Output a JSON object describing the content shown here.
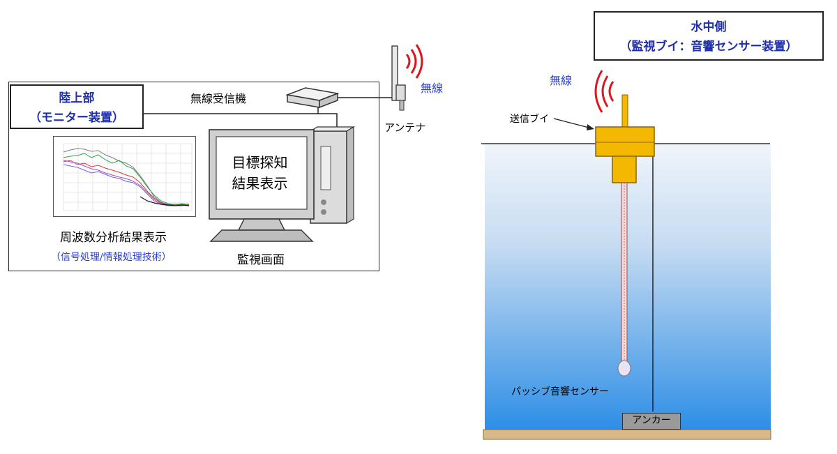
{
  "land": {
    "title_line1": "陸上部",
    "title_line2": "（モニター装置）",
    "receiver_label": "無線受信機",
    "antenna_label": "アンテナ",
    "wireless_label": "無線",
    "monitor_text_line1": "目標探知",
    "monitor_text_line2": "結果表示",
    "graph_caption": "周波数分析結果表示",
    "graph_subcaption": "（信号処理/情報処理技術）",
    "monitor_caption": "監視画面"
  },
  "underwater": {
    "title_line1": "水中側",
    "title_line2": "（監視ブイ：音響センサー装置）",
    "wireless_label": "無線",
    "buoy_label": "送信ブイ",
    "sensor_label": "パッシブ音響センサー",
    "anchor_label": "アンカー"
  },
  "colors": {
    "title_text": "#1f2fa8",
    "wireless_text": "#2a3fd0",
    "signal_waves": "#e0161e",
    "buoy": "#f5b800",
    "water_top": "#e9f1fa",
    "water_bottom": "#2e8ee6",
    "seabed": "#d9b98a"
  }
}
